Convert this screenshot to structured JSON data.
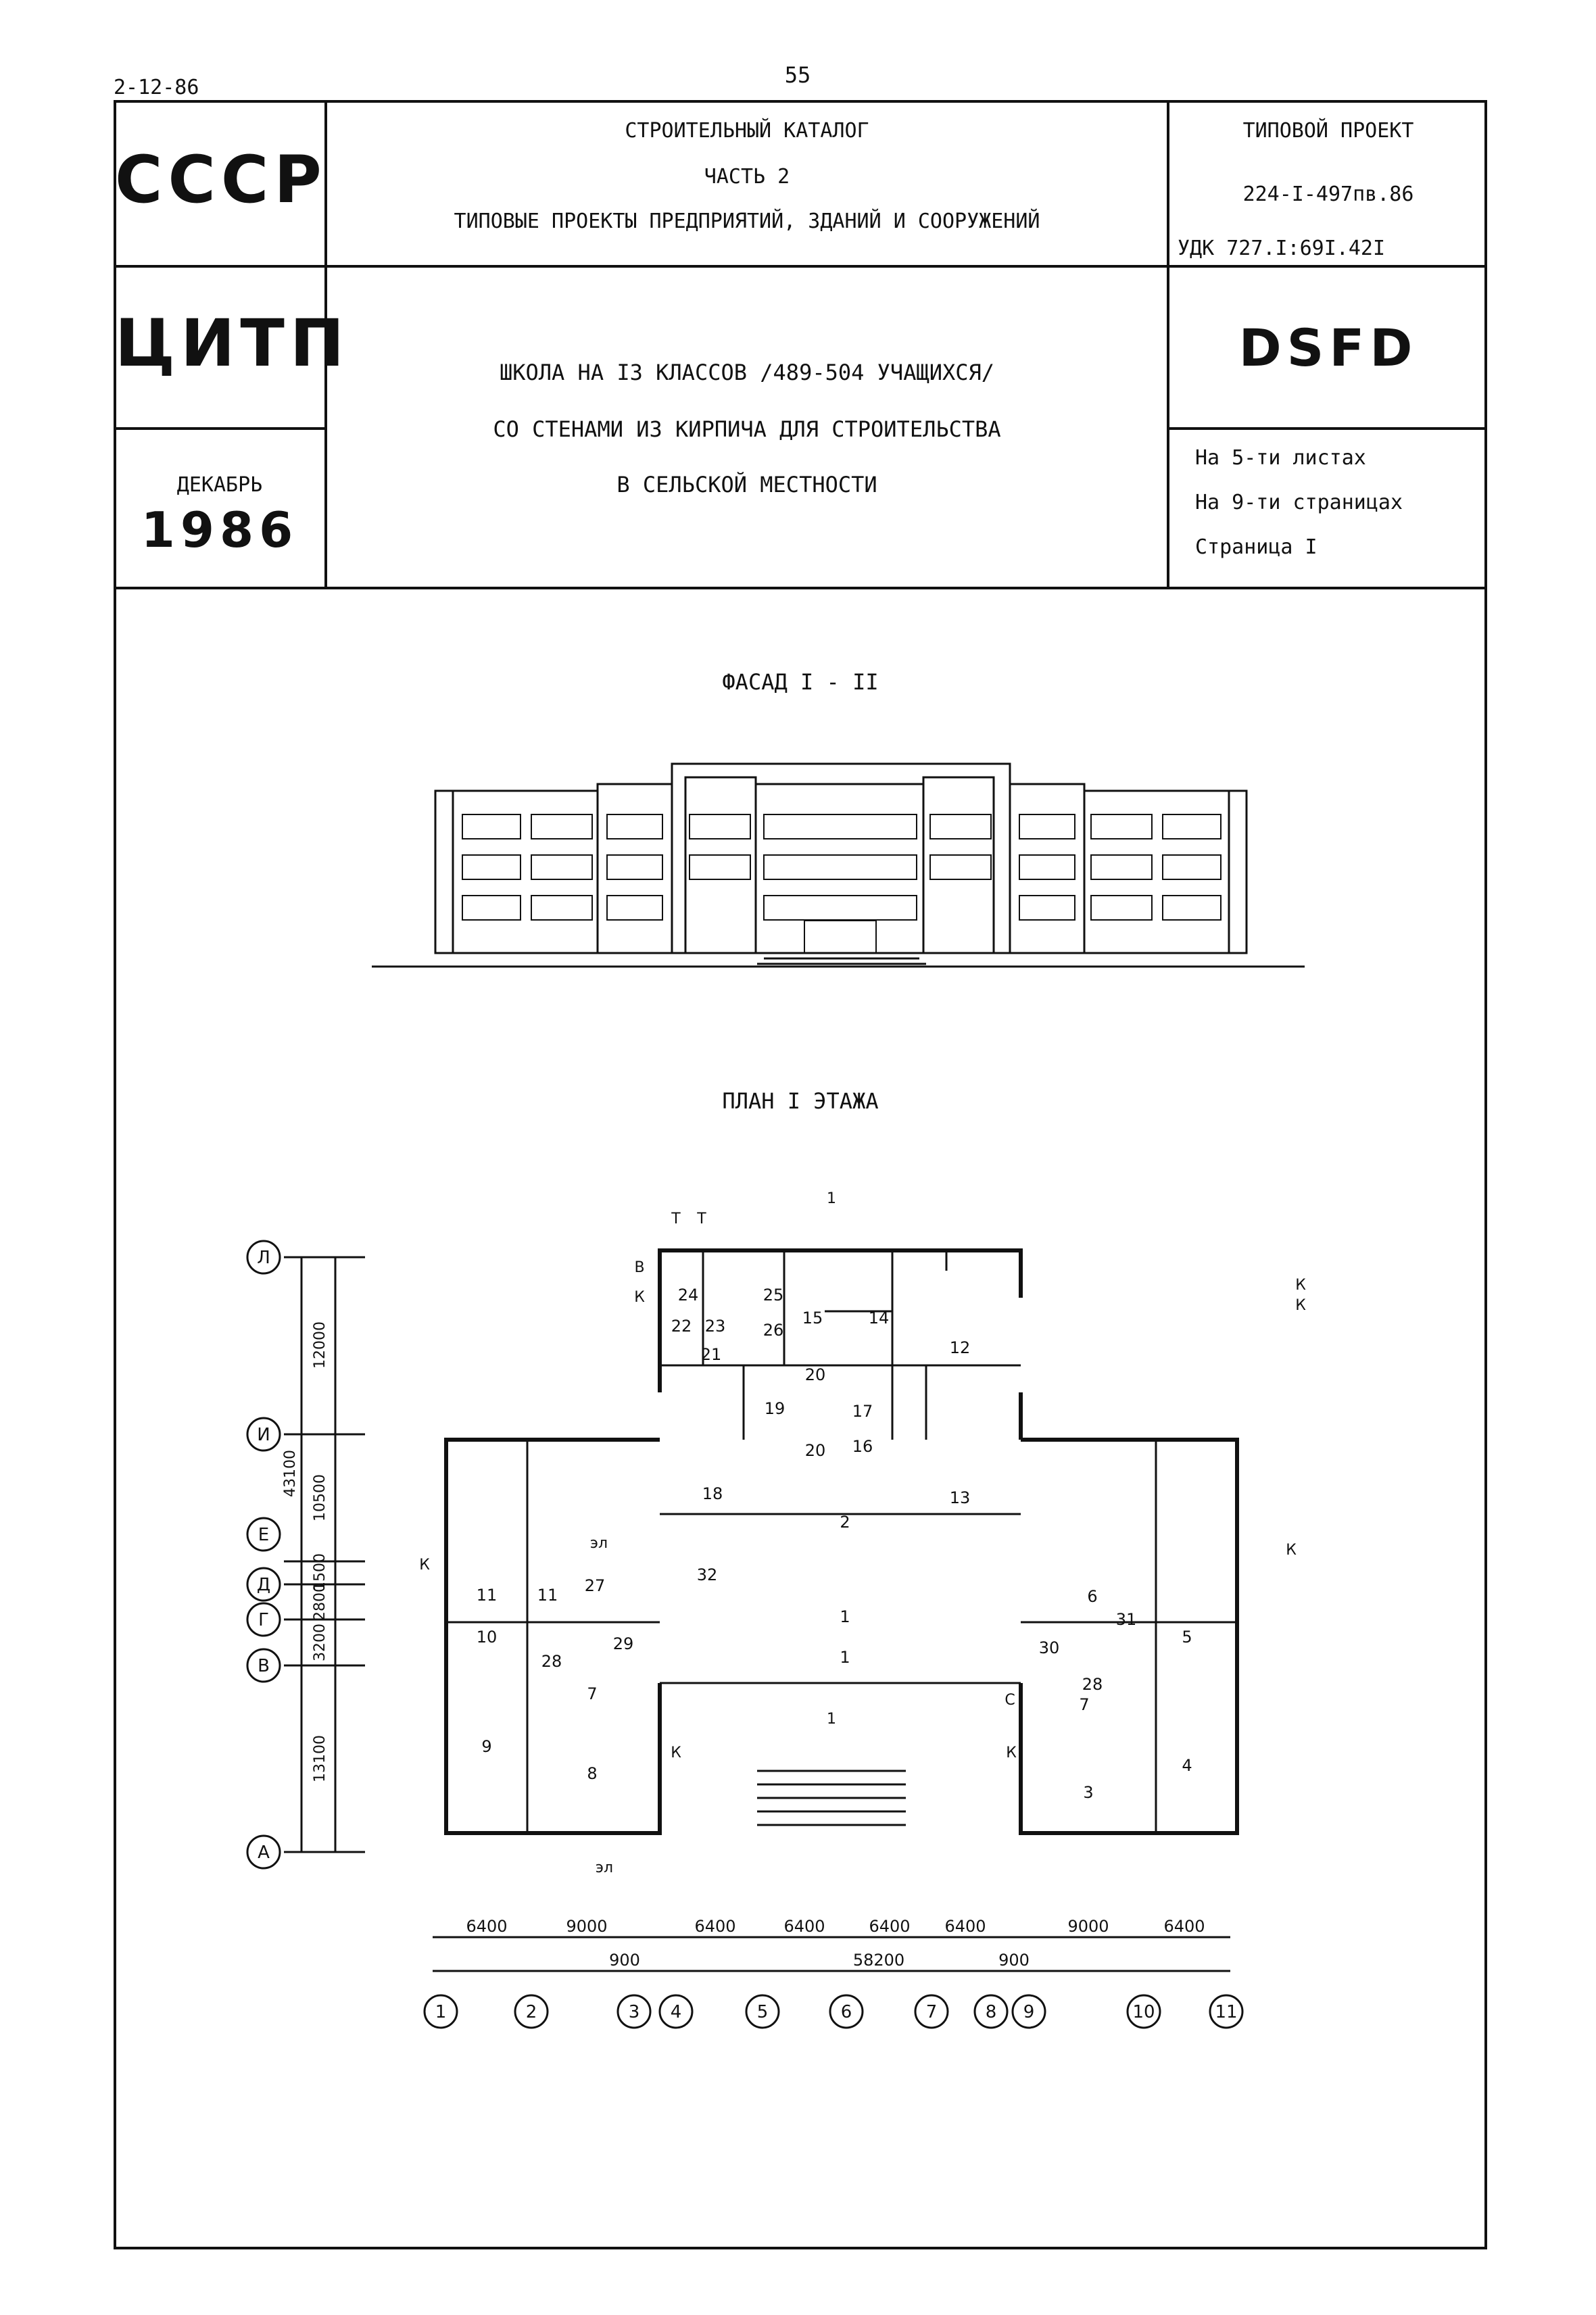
{
  "page": {
    "doc_code": "2-12-86",
    "page_number": "55"
  },
  "header": {
    "org1": "СССР",
    "org2": "ЦИТП",
    "month": "ДЕКАБРЬ",
    "year": "1986",
    "catalog_line1": "СТРОИТЕЛЬНЫЙ КАТАЛОГ",
    "catalog_line2": "ЧАСТЬ 2",
    "catalog_line3": "ТИПОВЫЕ ПРОЕКТЫ ПРЕДПРИЯТИЙ, ЗДАНИЙ И СООРУЖЕНИЙ",
    "project_label": "ТИПОВОЙ ПРОЕКТ",
    "project_number": "224-I-497пв.86",
    "udk": "УДК 727.I:69I.42I",
    "title_line1": "ШКОЛА НА I3 КЛАССОВ /489-504 УЧАЩИХСЯ/",
    "title_line2": "СО СТЕНАМИ ИЗ КИРПИЧА ДЛЯ СТРОИТЕЛЬСТВА",
    "title_line3": "В СЕЛЬСКОЙ МЕСТНОСТИ",
    "code": "DSFD",
    "sheets": "На 5-ти листах",
    "pages": "На 9-ти страницах",
    "current_page": "Страница I"
  },
  "facade": {
    "title": "ФАСАД I - II"
  },
  "plan": {
    "title": "ПЛАН I ЭТАЖА",
    "row_axes": [
      "Л",
      "И",
      "Е",
      "Д",
      "Г",
      "В",
      "А"
    ],
    "row_dims": [
      "12000",
      "10500",
      "1500",
      "2800",
      "3200",
      "13100"
    ],
    "row_total": "43100",
    "col_axes": [
      "1",
      "2",
      "3",
      "4",
      "5",
      "6",
      "7",
      "8",
      "9",
      "10",
      "11"
    ],
    "col_dims": [
      "6400",
      "9000",
      "6400",
      "6400",
      "6400",
      "6400",
      "9000",
      "6400"
    ],
    "col_small": [
      "900",
      "900"
    ],
    "col_total": "58200",
    "rooms": [
      "1",
      "1",
      "2",
      "3",
      "4",
      "5",
      "6",
      "7",
      "7",
      "8",
      "9",
      "10",
      "11",
      "11",
      "12",
      "13",
      "14",
      "15",
      "16",
      "17",
      "18",
      "19",
      "20",
      "20",
      "21",
      "22",
      "23",
      "24",
      "25",
      "26",
      "27",
      "28",
      "28",
      "29",
      "30",
      "31",
      "32"
    ],
    "marks": {
      "k": "К",
      "el": "эл",
      "t": "Т",
      "v": "В",
      "s": "С",
      "section": "1"
    }
  }
}
